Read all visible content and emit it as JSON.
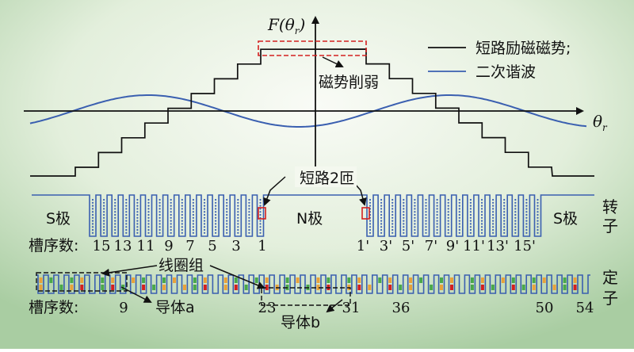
{
  "axis": {
    "y_label_main": "F(",
    "y_label_theta": "θ",
    "y_label_sub": "r",
    "y_label_close": ")",
    "x_label_theta": "θ",
    "x_label_sub": "r"
  },
  "legend": [
    {
      "label": "短路励磁磁势;",
      "color": "#111111"
    },
    {
      "label": "二次谐波",
      "color": "#3a5fb0"
    }
  ],
  "annotations": {
    "weakening": "磁势削弱",
    "short_turns": "短路2匝",
    "coil_group": "线圈组",
    "conductor_a": "导体a",
    "conductor_b": "导体b"
  },
  "rotor": {
    "pole_s_left": "S极",
    "pole_n": "N极",
    "pole_s_right": "S极",
    "side_label": [
      "转",
      "子"
    ],
    "slot_caption": "槽序数:",
    "slot_numbers_left": [
      "15",
      "13",
      "11",
      "9",
      "7",
      "5",
      "3",
      "1"
    ],
    "slot_numbers_right": [
      "1'",
      "3'",
      "5'",
      "7'",
      "9'",
      "11'",
      "13'",
      "15'"
    ]
  },
  "stator": {
    "side_label": [
      "定",
      "子"
    ],
    "slot_caption": "槽序数:",
    "slot_numbers": [
      "9",
      "23",
      "31",
      "36",
      "50",
      "54"
    ]
  },
  "colors": {
    "curve": "#111111",
    "harmonic": "#3a5fb0",
    "rotor_slot": "#3a5fb0",
    "highlight": "#d42020",
    "bg_center": "#f7faf3",
    "bg_edge": "#a9cda2",
    "conductor_orange": "#e8a23a",
    "conductor_green": "#4aa84a",
    "conductor_red": "#d42020"
  }
}
